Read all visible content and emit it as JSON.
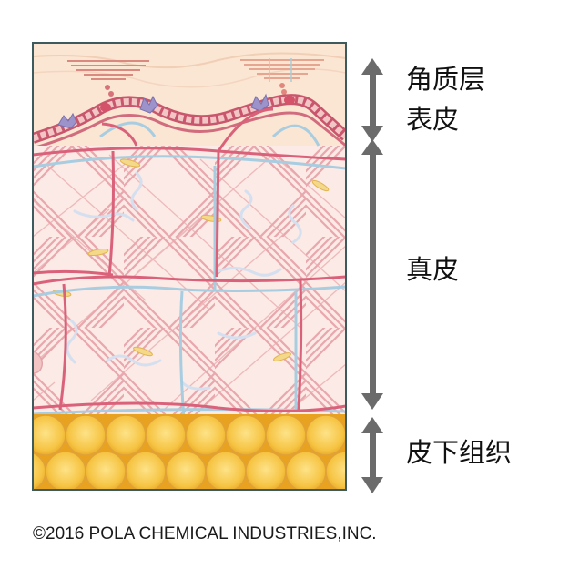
{
  "labels": {
    "stratum_corneum": "角质层",
    "epidermis": "表皮",
    "dermis": "真皮",
    "subcutaneous": "皮下组织"
  },
  "copyright": "©2016 POLA CHEMICAL INDUSTRIES,INC.",
  "colors": {
    "frame": "#3d5a5e",
    "background": "#fbe9dd",
    "collagen": "#eab0b4",
    "artery": "#d9627a",
    "lymph": "#a9cde0",
    "fat": "#f3b937",
    "arrow": "#6b6b6b"
  }
}
